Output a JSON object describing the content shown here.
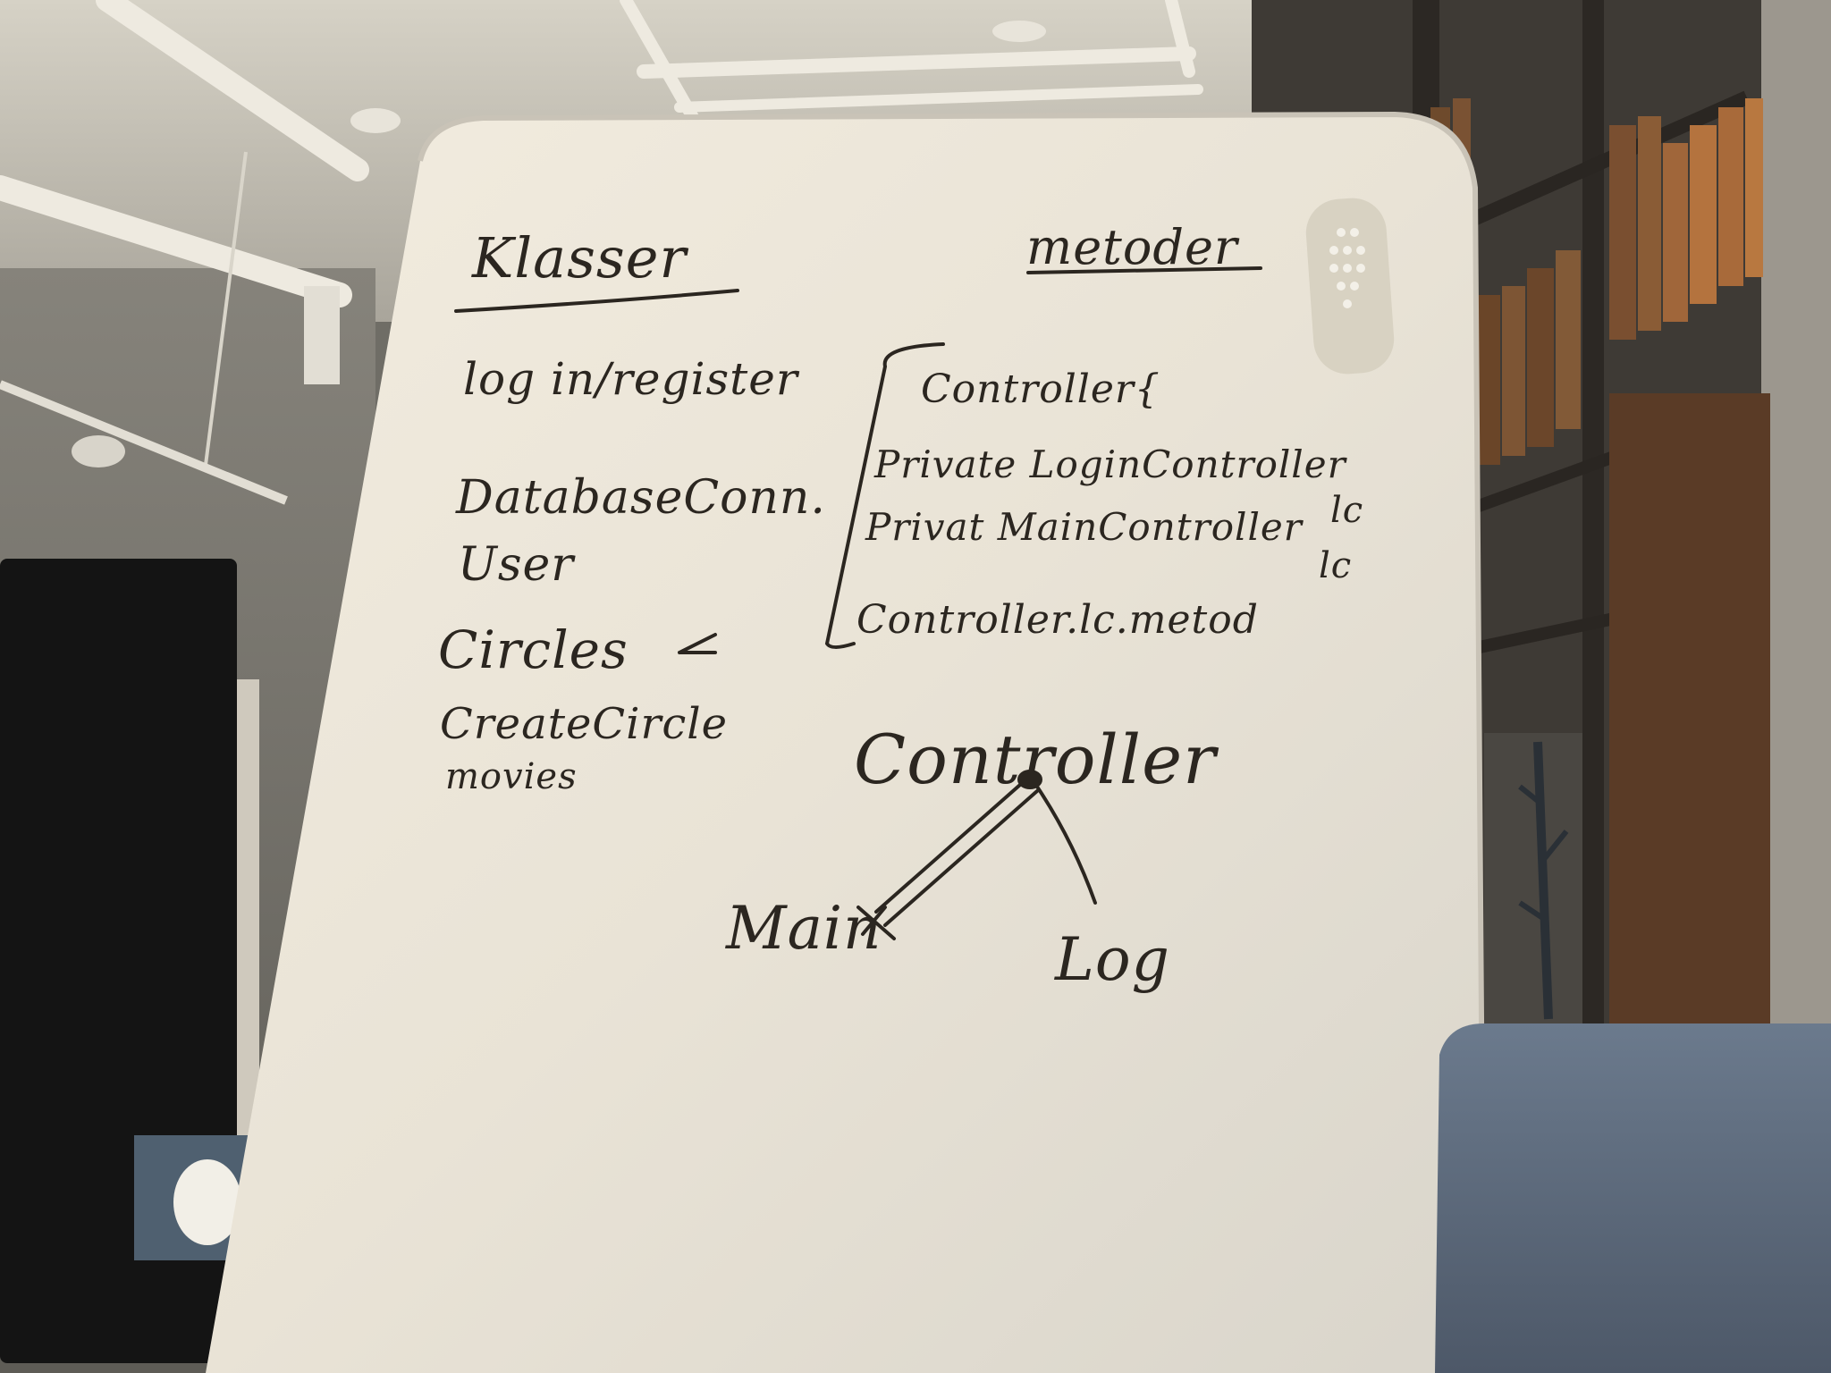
{
  "scene": {
    "description_tag": "whiteboard"
  },
  "whiteboard": {
    "left_heading": "Klasser",
    "right_heading": "metoder",
    "classes": [
      "log in/register",
      "DatabaseConn.",
      "User",
      "Circles",
      "CreateCircle",
      "movies"
    ],
    "controller_block": {
      "opening": "Controller{",
      "line_1": "Private LoginController",
      "line_1_suffix": "lc",
      "line_2": "Privat MainController",
      "line_2_suffix": "lc",
      "call": "Controller.lc.metod"
    },
    "diagram": {
      "root": "Controller",
      "left_child": "Main",
      "right_child": "Log"
    }
  },
  "colors": {
    "marker": "#2b2620",
    "board": "#ece7dc",
    "wall": "#6f6d66",
    "shelf": "#3a3530",
    "chair": "#5d6b7d"
  }
}
